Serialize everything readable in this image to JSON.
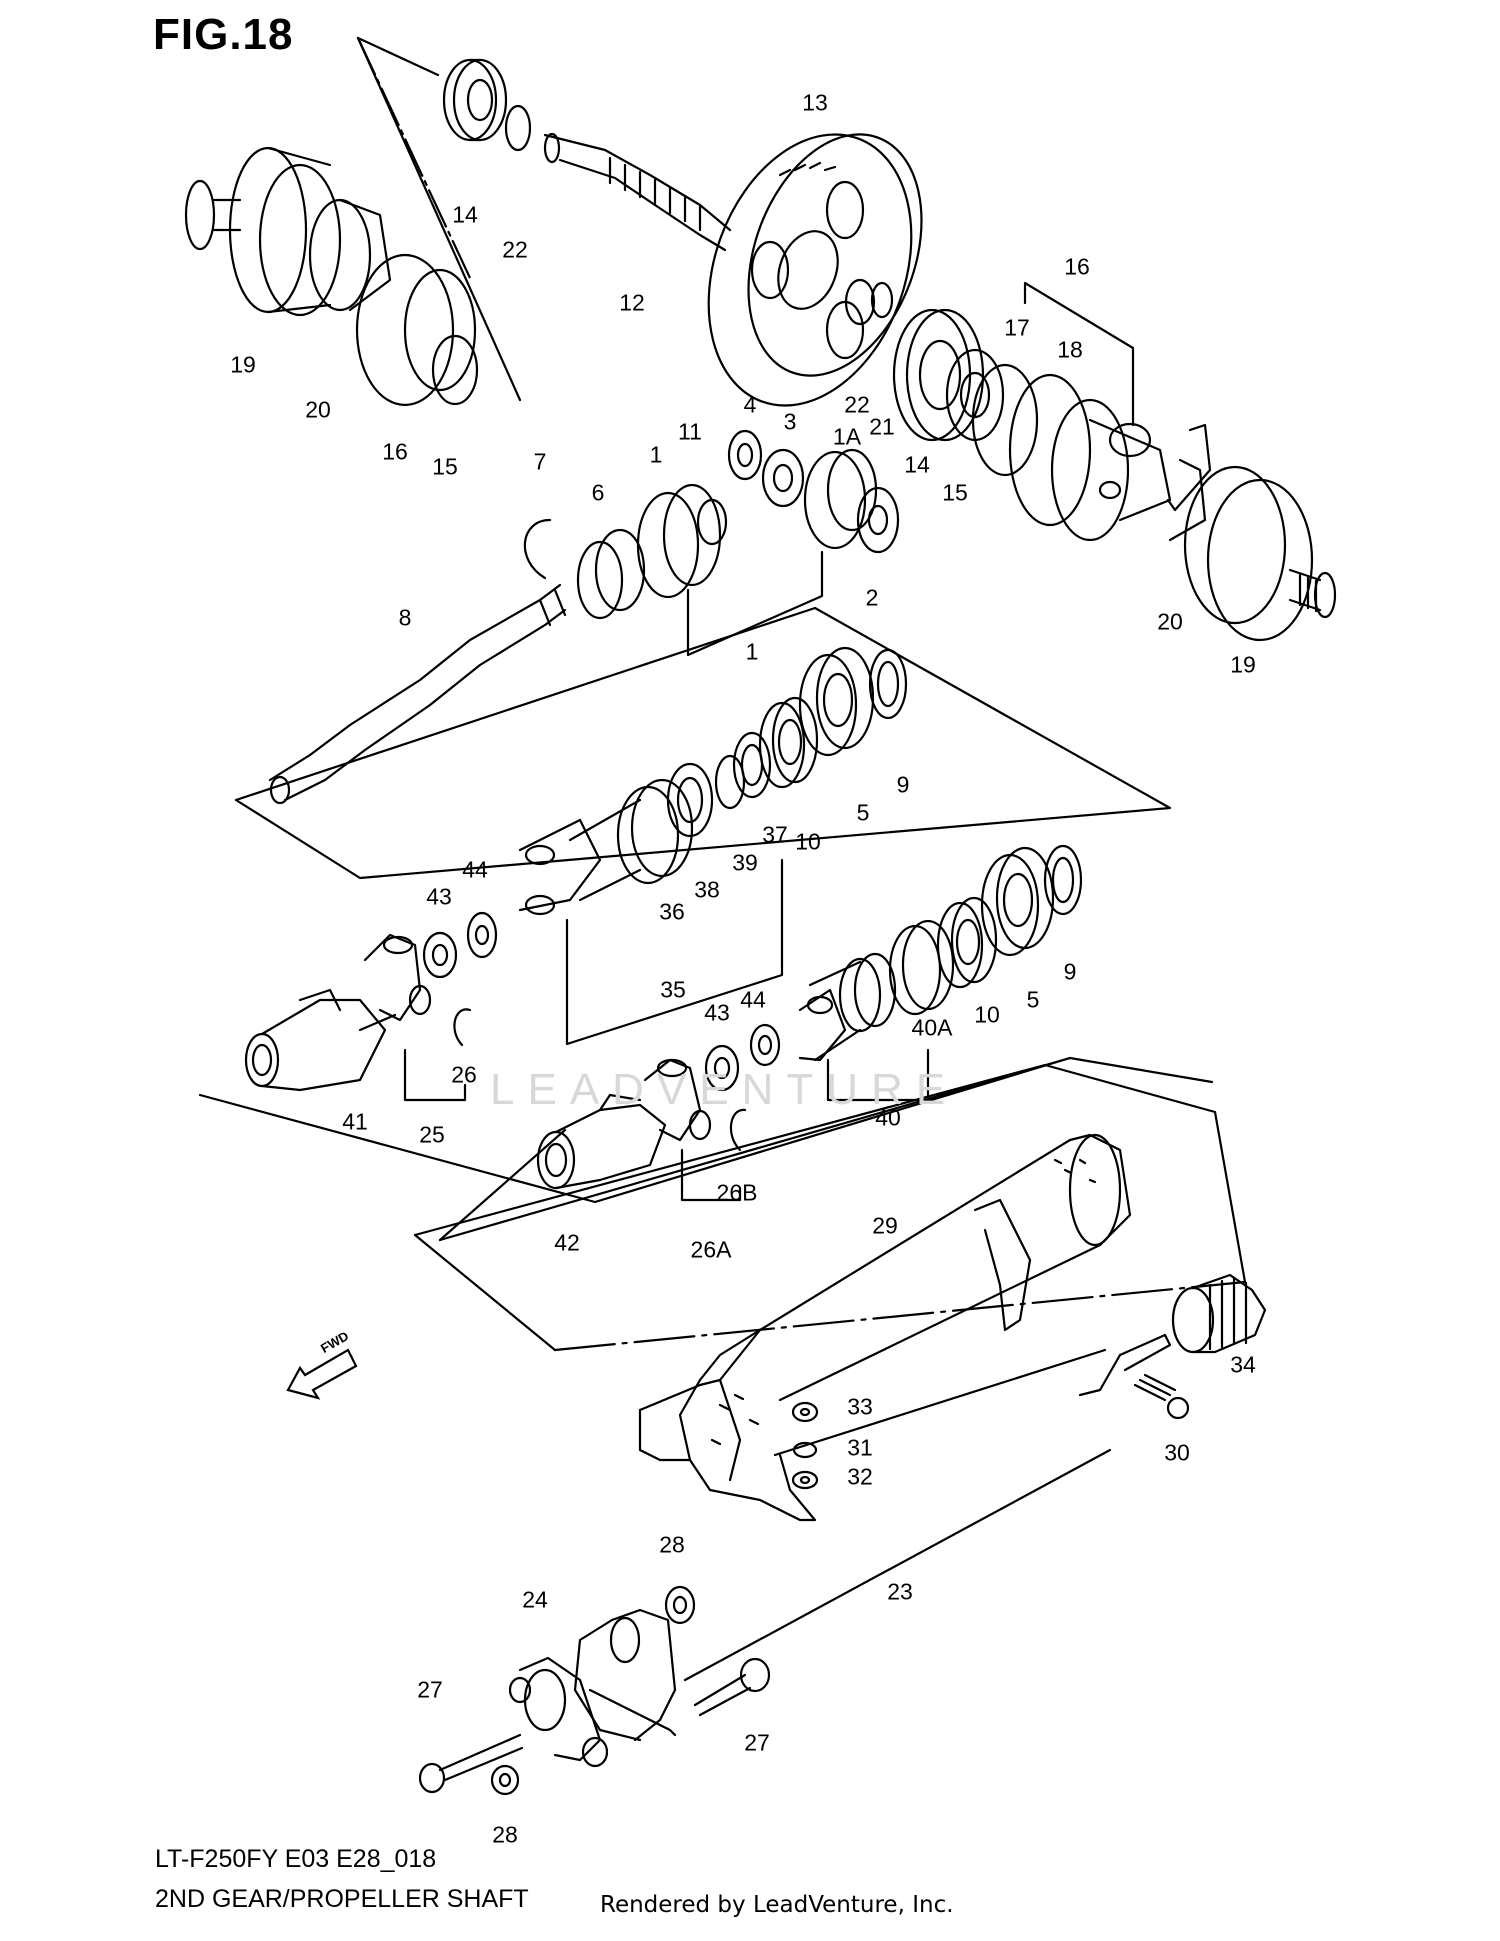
{
  "figure": {
    "title": "FIG.18",
    "model_code": "LT-F250FY E03 E28_018",
    "assembly_name": "2ND GEAR/PROPELLER SHAFT",
    "credit": "Rendered by LeadVenture, Inc.",
    "watermark": "LEADVENTURE"
  },
  "direction_marker": {
    "label": "FWD",
    "icon": "forward-arrow-icon"
  },
  "parts": [
    {
      "id": "p-13",
      "label": "13"
    },
    {
      "id": "p-14a",
      "label": "14"
    },
    {
      "id": "p-22a",
      "label": "22"
    },
    {
      "id": "p-12",
      "label": "12"
    },
    {
      "id": "p-19a",
      "label": "19"
    },
    {
      "id": "p-20a",
      "label": "20"
    },
    {
      "id": "p-16a",
      "label": "16"
    },
    {
      "id": "p-15a",
      "label": "15"
    },
    {
      "id": "p-16b",
      "label": "16"
    },
    {
      "id": "p-17",
      "label": "17"
    },
    {
      "id": "p-18",
      "label": "18"
    },
    {
      "id": "p-22b",
      "label": "22"
    },
    {
      "id": "p-21",
      "label": "21"
    },
    {
      "id": "p-14b",
      "label": "14"
    },
    {
      "id": "p-15b",
      "label": "15"
    },
    {
      "id": "p-20b",
      "label": "20"
    },
    {
      "id": "p-19b",
      "label": "19"
    },
    {
      "id": "p-7",
      "label": "7"
    },
    {
      "id": "p-6",
      "label": "6"
    },
    {
      "id": "p-1a",
      "label": "1"
    },
    {
      "id": "p-11",
      "label": "11"
    },
    {
      "id": "p-4",
      "label": "4"
    },
    {
      "id": "p-3",
      "label": "3"
    },
    {
      "id": "p-1A",
      "label": "1A"
    },
    {
      "id": "p-2",
      "label": "2"
    },
    {
      "id": "p-1b",
      "label": "1"
    },
    {
      "id": "p-8",
      "label": "8"
    },
    {
      "id": "p-9a",
      "label": "9"
    },
    {
      "id": "p-5a",
      "label": "5"
    },
    {
      "id": "p-10a",
      "label": "10"
    },
    {
      "id": "p-37",
      "label": "37"
    },
    {
      "id": "p-39",
      "label": "39"
    },
    {
      "id": "p-38",
      "label": "38"
    },
    {
      "id": "p-36",
      "label": "36"
    },
    {
      "id": "p-35",
      "label": "35"
    },
    {
      "id": "p-44a",
      "label": "44"
    },
    {
      "id": "p-43a",
      "label": "43"
    },
    {
      "id": "p-9b",
      "label": "9"
    },
    {
      "id": "p-5b",
      "label": "5"
    },
    {
      "id": "p-10b",
      "label": "10"
    },
    {
      "id": "p-40A",
      "label": "40A"
    },
    {
      "id": "p-40",
      "label": "40"
    },
    {
      "id": "p-44b",
      "label": "44"
    },
    {
      "id": "p-43b",
      "label": "43"
    },
    {
      "id": "p-26",
      "label": "26"
    },
    {
      "id": "p-25",
      "label": "25"
    },
    {
      "id": "p-41",
      "label": "41"
    },
    {
      "id": "p-42",
      "label": "42"
    },
    {
      "id": "p-26B",
      "label": "26B"
    },
    {
      "id": "p-26A",
      "label": "26A"
    },
    {
      "id": "p-29",
      "label": "29"
    },
    {
      "id": "p-34",
      "label": "34"
    },
    {
      "id": "p-33",
      "label": "33"
    },
    {
      "id": "p-31",
      "label": "31"
    },
    {
      "id": "p-32",
      "label": "32"
    },
    {
      "id": "p-30",
      "label": "30"
    },
    {
      "id": "p-23",
      "label": "23"
    },
    {
      "id": "p-28a",
      "label": "28"
    },
    {
      "id": "p-24",
      "label": "24"
    },
    {
      "id": "p-27a",
      "label": "27"
    },
    {
      "id": "p-27b",
      "label": "27"
    },
    {
      "id": "p-28b",
      "label": "28"
    }
  ]
}
